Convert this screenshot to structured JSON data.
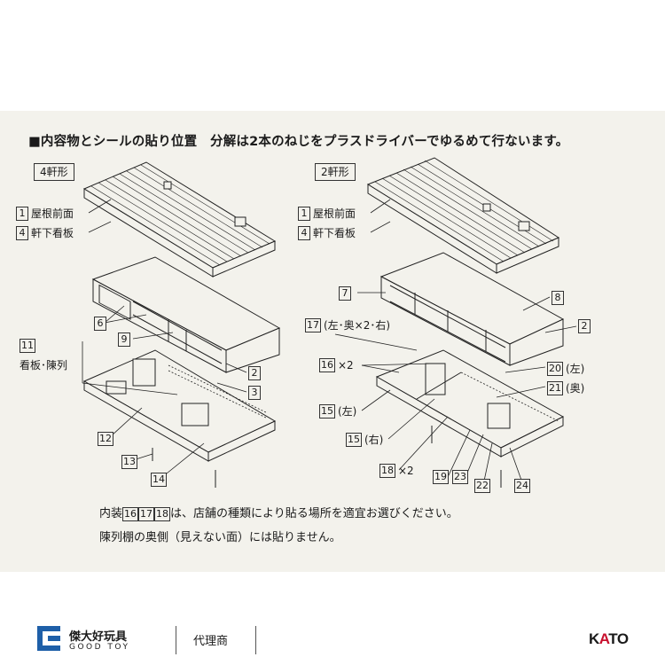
{
  "header": {
    "title": "■内容物とシールの貼り位置　分解は2本のねじをプラスドライバーでゆるめて行ないます。"
  },
  "panels": {
    "left": "4軒形",
    "right": "2軒形"
  },
  "callouts_left": {
    "c1": {
      "num": "1",
      "text": "屋根前面"
    },
    "c4": {
      "num": "4",
      "text": "軒下看板"
    },
    "c6": {
      "num": "6"
    },
    "c9": {
      "num": "9"
    },
    "c11": {
      "num": "11",
      "text": "看板･陳列"
    },
    "c2": {
      "num": "2"
    },
    "c3": {
      "num": "3"
    },
    "c12": {
      "num": "12"
    },
    "c13": {
      "num": "13"
    },
    "c14": {
      "num": "14"
    }
  },
  "callouts_right": {
    "c1": {
      "num": "1",
      "text": "屋根前面"
    },
    "c4": {
      "num": "4",
      "text": "軒下看板"
    },
    "c7": {
      "num": "7"
    },
    "c8": {
      "num": "8"
    },
    "c17": {
      "num": "17",
      "text": "(左･奥×2･右)"
    },
    "c2": {
      "num": "2"
    },
    "c16": {
      "num": "16",
      "text": "×2"
    },
    "c20": {
      "num": "20",
      "text": "(左)"
    },
    "c21": {
      "num": "21",
      "text": "(奥)"
    },
    "c15a": {
      "num": "15",
      "text": "(左)"
    },
    "c15b": {
      "num": "15",
      "text": "(右)"
    },
    "c18": {
      "num": "18",
      "text": "×2"
    },
    "c19": {
      "num": "19"
    },
    "c23": {
      "num": "23"
    },
    "c22": {
      "num": "22"
    },
    "c24": {
      "num": "24"
    }
  },
  "notes": {
    "line1_prefix": "内装",
    "line1_b1": "16",
    "line1_b2": "17",
    "line1_b3": "18",
    "line1_suffix": "は、店舗の種類により貼る場所を適宜お選びください。",
    "line2": "陳列棚の奥側（見えない面）には貼りません。"
  },
  "footer": {
    "brand_name": "傑大好玩具",
    "brand_sub": "GOOD TOY",
    "agent": "代理商",
    "maker": "KATO"
  },
  "colors": {
    "sheet": "#f3f2ec",
    "ink": "#1a1a1a",
    "brand_blue": "#1e5fa8",
    "maker_red": "#c8102e"
  }
}
